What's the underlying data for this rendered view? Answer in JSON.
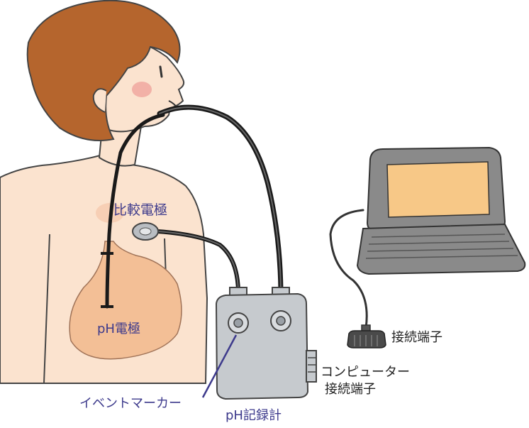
{
  "labels": {
    "reference_electrode": "比較電極",
    "ph_electrode": "pH電極",
    "event_marker": "イベントマーカー",
    "ph_recorder": "pH記録計",
    "computer_terminal_line1": "コンピューター",
    "computer_terminal_line2": "接続端子",
    "connection_terminal": "接続端子"
  },
  "colors": {
    "skin": "#fbe3cf",
    "hair": "#b5652d",
    "stomach": "#f3bf96",
    "device_body": "#c6cace",
    "laptop_body": "#8a8a8a",
    "laptop_screen": "#f7c887",
    "label_purple": "#3d3a8c"
  }
}
